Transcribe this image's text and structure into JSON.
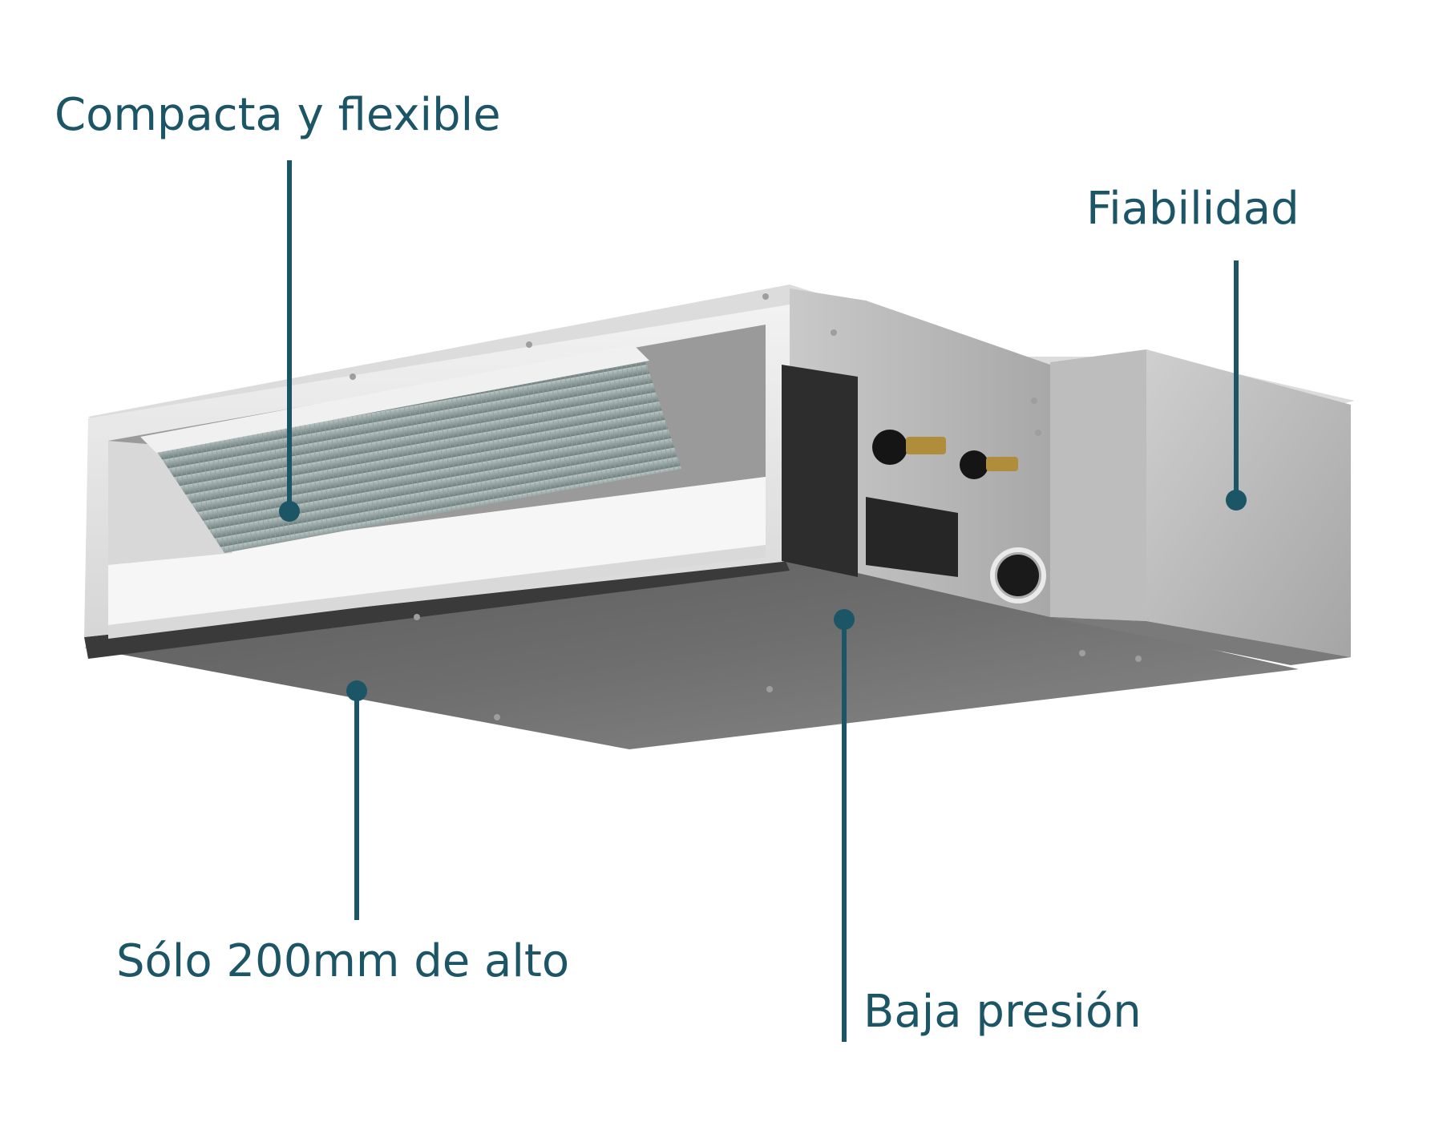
{
  "theme": {
    "accent": "#1c5666"
  },
  "callouts": [
    {
      "id": "compact",
      "label": "Compacta y flexible"
    },
    {
      "id": "reliability",
      "label": "Fiabilidad"
    },
    {
      "id": "height",
      "label": "Sólo 200mm de alto"
    },
    {
      "id": "pressure",
      "label": "Baja presión"
    }
  ]
}
